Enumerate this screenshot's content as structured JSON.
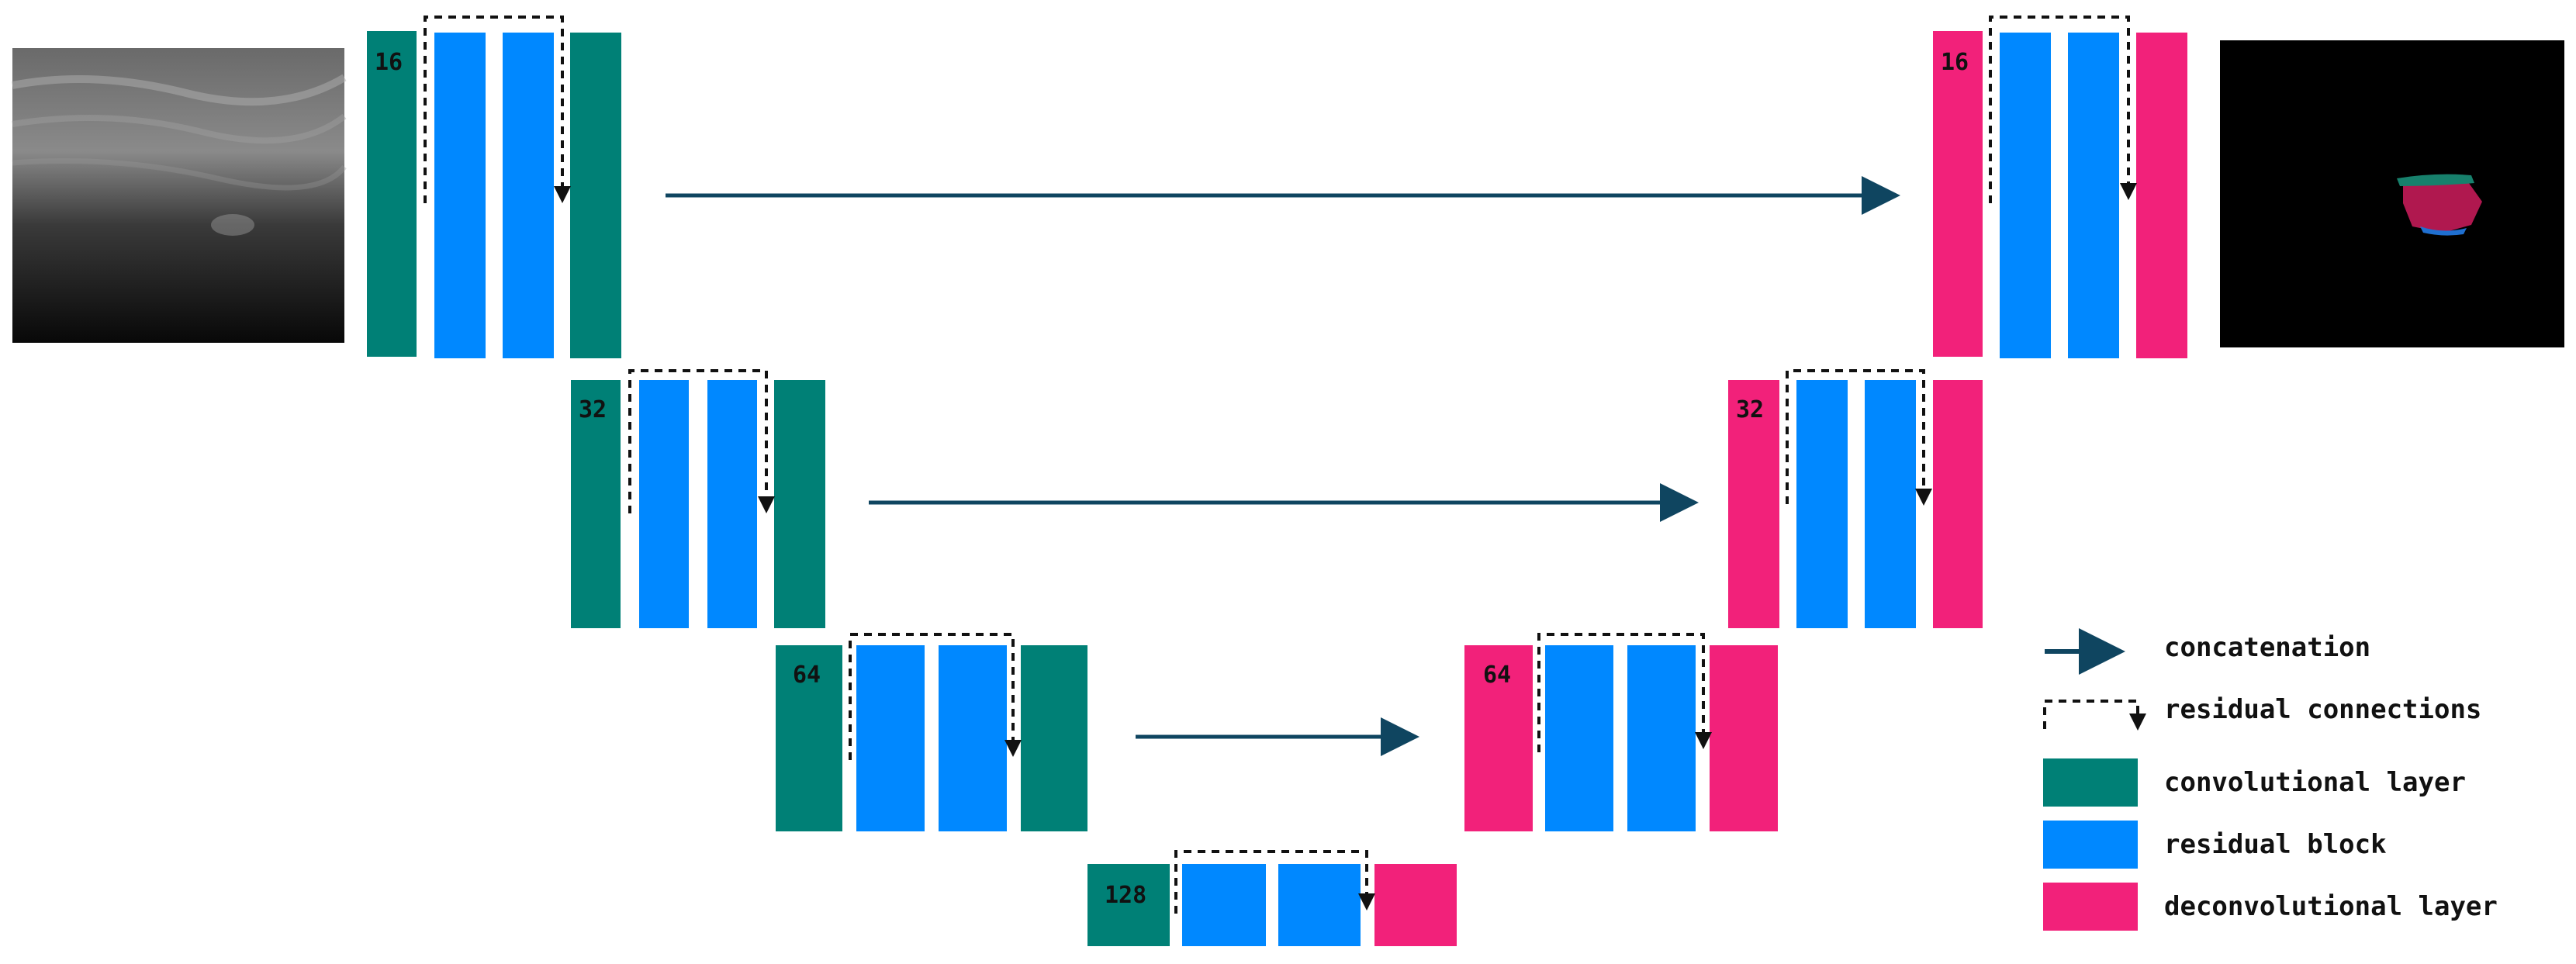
{
  "colors": {
    "conv": "#008076",
    "res": "#0088FF",
    "deconv": "#F2217A",
    "arrow": "#0F4560",
    "residual": "#111111"
  },
  "levels": {
    "l1": "16",
    "l2": "32",
    "l3": "64",
    "l4": "128"
  },
  "legend": {
    "concatenation": "concatenation",
    "residual": "residual connections",
    "conv": "convolutional layer",
    "res": "residual block",
    "deconv": "deconvolutional layer"
  },
  "images": {
    "input": "ultrasound input image",
    "output": "segmentation mask output"
  }
}
